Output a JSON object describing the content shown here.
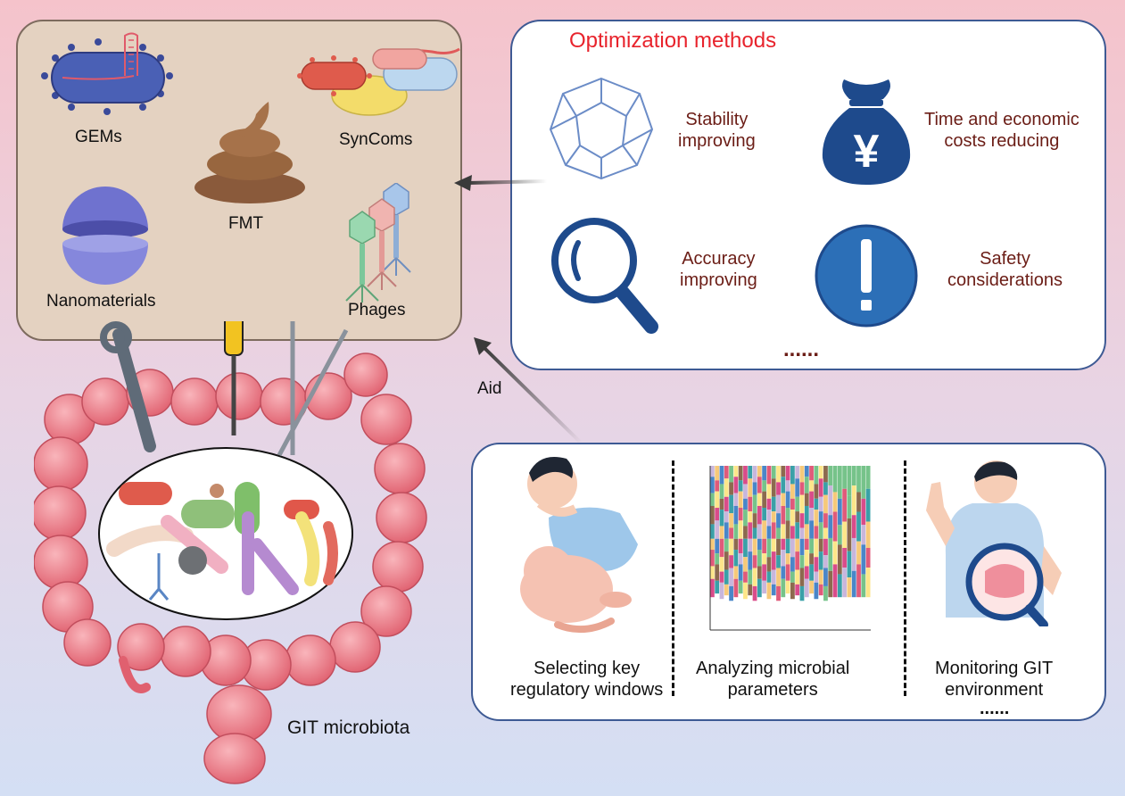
{
  "tools": {
    "gems": "GEMs",
    "syncoms": "SynComs",
    "fmt": "FMT",
    "nanomaterials": "Nanomaterials",
    "phages": "Phages"
  },
  "optimization": {
    "title": "Optimization methods",
    "stability": "Stability\nimproving",
    "costs": "Time and economic\ncosts reducing",
    "accuracy": "Accuracy\nimproving",
    "safety": "Safety\nconsiderations",
    "more": "......"
  },
  "aid_label": "Aid",
  "aid": {
    "windows": "Selecting key\nregulatory windows",
    "parameters": "Analyzing microbial\nparameters",
    "monitoring": "Monitoring GIT\nenvironment",
    "more": "......"
  },
  "microbiota_label": "GIT microbiota",
  "colors": {
    "title_red": "#e8232c",
    "label_dark_red": "#6b1d16",
    "panel_blue": "#3e5a94",
    "icon_blue": "#1e4a8c"
  }
}
